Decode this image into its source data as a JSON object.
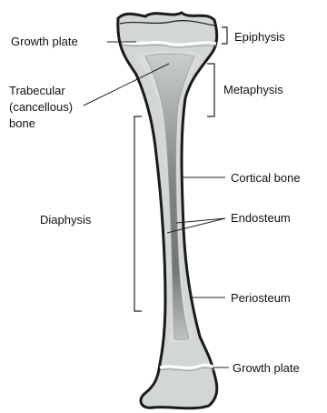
{
  "labels": {
    "growth_plate_top": "Growth plate",
    "epiphysis": "Epiphysis",
    "trabecular_line1": "Trabecular",
    "trabecular_line2": "(cancellous)",
    "trabecular_line3": "bone",
    "metaphysis": "Metaphysis",
    "diaphysis": "Diaphysis",
    "cortical_bone": "Cortical bone",
    "endosteum": "Endosteum",
    "periosteum": "Periosteum",
    "growth_plate_bottom": "Growth plate"
  },
  "colors": {
    "bone_fill": "#cfd3d1",
    "bone_outline": "#1a1a1a",
    "medullary_light": "#b9bfbc",
    "medullary_dark": "#6b7270",
    "growth_plate": "#ffffff"
  }
}
